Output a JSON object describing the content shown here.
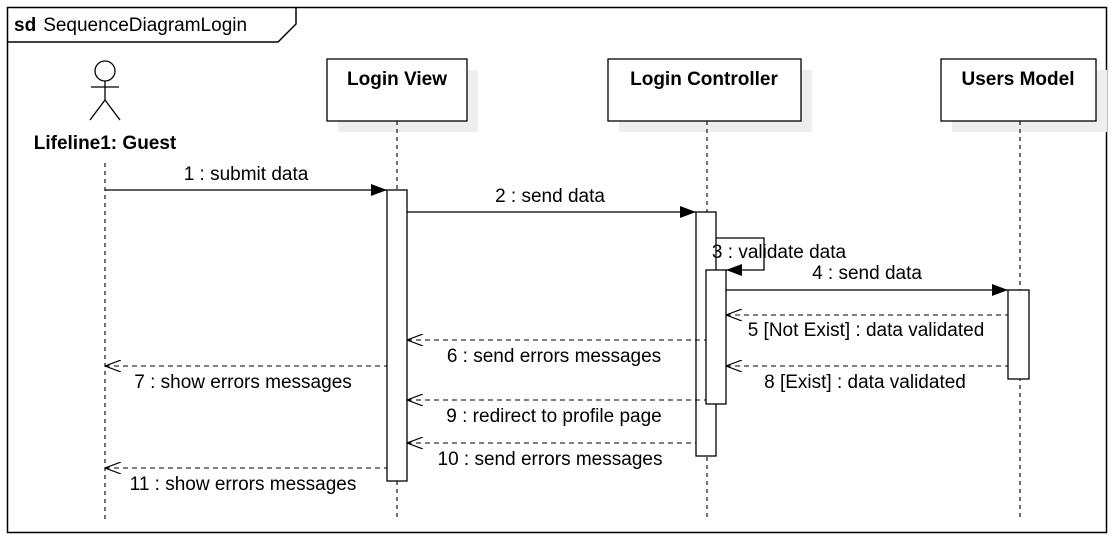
{
  "frame": {
    "keyword": "sd",
    "name": "SequenceDiagramLogin"
  },
  "lifelines": {
    "guest": "Lifeline1: Guest",
    "login_view": "Login View",
    "login_controller": "Login Controller",
    "users_model": "Users Model"
  },
  "messages": [
    {
      "label": "1 : submit data",
      "kind": "sync"
    },
    {
      "label": "2 : send data",
      "kind": "sync"
    },
    {
      "label": "3 : validate data",
      "kind": "self"
    },
    {
      "label": "4 : send data",
      "kind": "sync"
    },
    {
      "label": "5 [Not Exist] : data validated",
      "kind": "return"
    },
    {
      "label": "6 : send errors messages",
      "kind": "return"
    },
    {
      "label": "7 : show errors messages",
      "kind": "return"
    },
    {
      "label": "8 [Exist] : data validated",
      "kind": "return"
    },
    {
      "label": "9 : redirect to profile page",
      "kind": "return"
    },
    {
      "label": "10 : send errors messages",
      "kind": "return"
    },
    {
      "label": "11 : show errors messages",
      "kind": "return"
    }
  ]
}
